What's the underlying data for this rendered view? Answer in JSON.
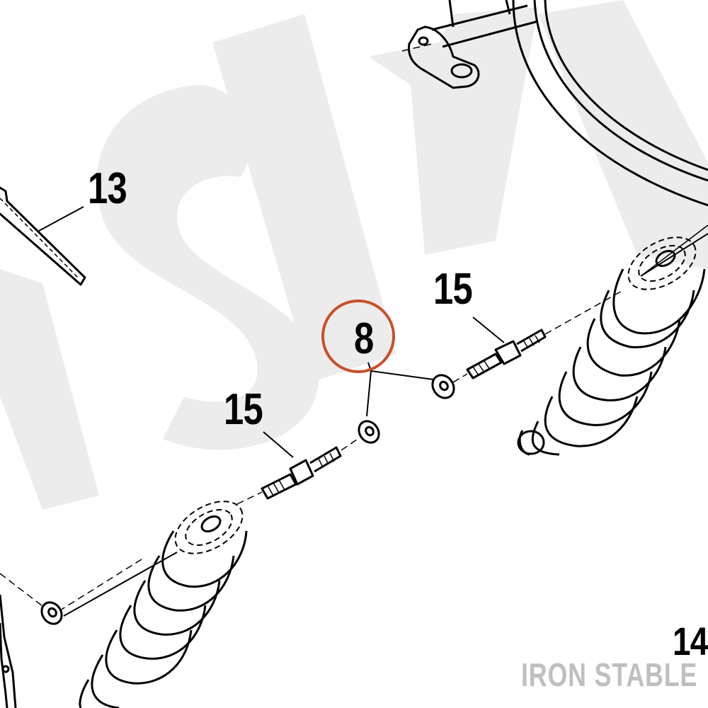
{
  "diagram": {
    "callouts": {
      "tie_strap": "13",
      "upper_stud": "15",
      "lower_stud": "15",
      "washer_highlighted": "8",
      "partial_right": "14"
    },
    "brand_watermark": "IRON STABLE",
    "highlight_color": "#c8502a",
    "line_color": "#000000",
    "watermark_color": "#bfbfbf",
    "background_watermark_color": "#ececec"
  }
}
